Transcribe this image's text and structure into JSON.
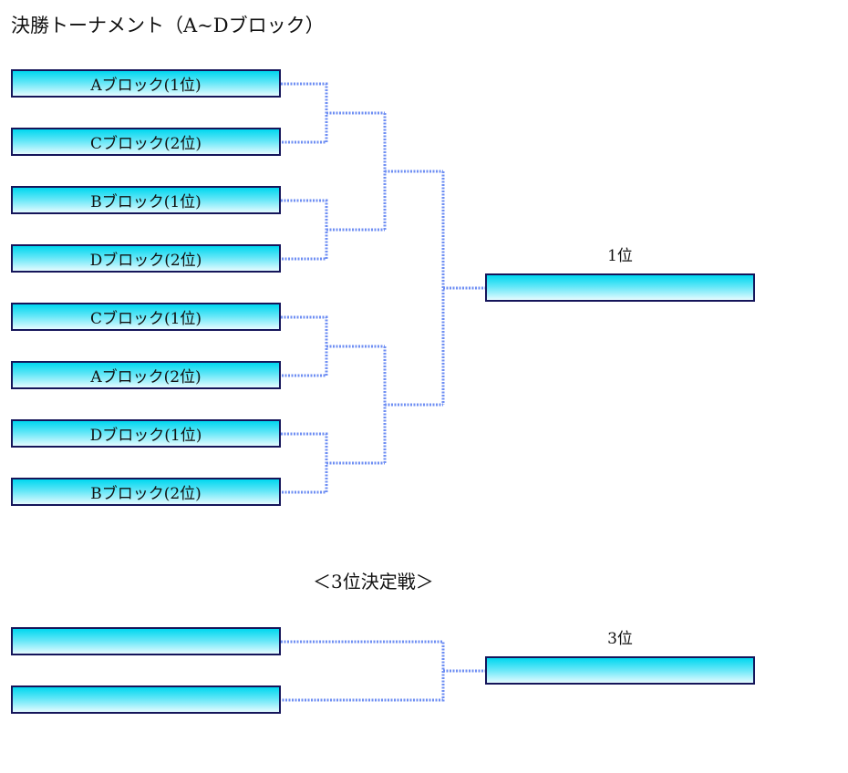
{
  "title": "決勝トーナメント（A~Dブロック）",
  "main_bracket": {
    "entries": [
      "Aブロック(1位)",
      "Cブロック(2位)",
      "Bブロック(1位)",
      "Dブロック(2位)",
      "Cブロック(1位)",
      "Aブロック(2位)",
      "Dブロック(1位)",
      "Bブロック(2位)"
    ],
    "winner_label": "1位",
    "winner_value": ""
  },
  "third_place": {
    "section_title": "＜3位決定戦＞",
    "entries": [
      "",
      ""
    ],
    "winner_label": "3位",
    "winner_value": ""
  },
  "colors": {
    "box_border": "#15155a",
    "box_top": "#00d7ef",
    "box_bottom": "#e4fbff",
    "connector": "#6f8ff3"
  }
}
